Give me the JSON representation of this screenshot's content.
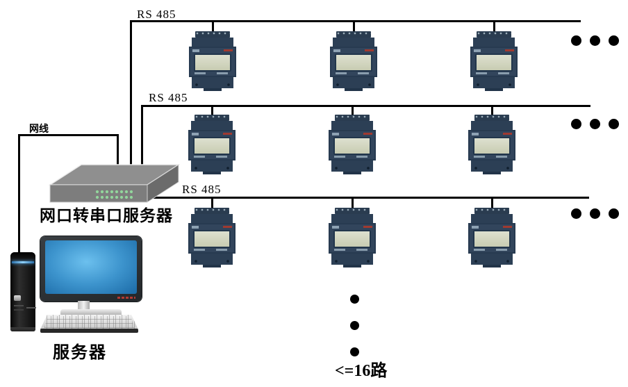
{
  "labels": {
    "bus1": "RS 485",
    "bus2": "RS 485",
    "bus3": "RS 485",
    "cable": "网线",
    "converter": "网口转串口服务器",
    "server": "服务器",
    "capacity": "<=16路"
  },
  "icons": {
    "meter_icon": "din-rail-energy-meter",
    "converter_icon": "ethernet-to-serial-server-box",
    "server_icon": "desktop-computer-with-tower",
    "row_ellipsis_icon": "horizontal-continuation-dots",
    "column_ellipsis_icon": "vertical-continuation-dots"
  },
  "colors": {
    "line": "#000000",
    "meter_body": "#2e4156",
    "meter_lcd": "#d2d5c0",
    "converter_top": "#8f8f8f",
    "converter_front": "#7d7d7d",
    "converter_side": "#6b6b6b",
    "led_green": "#92d69c",
    "screen_blue": "#3d94cd",
    "text": "#000000"
  }
}
